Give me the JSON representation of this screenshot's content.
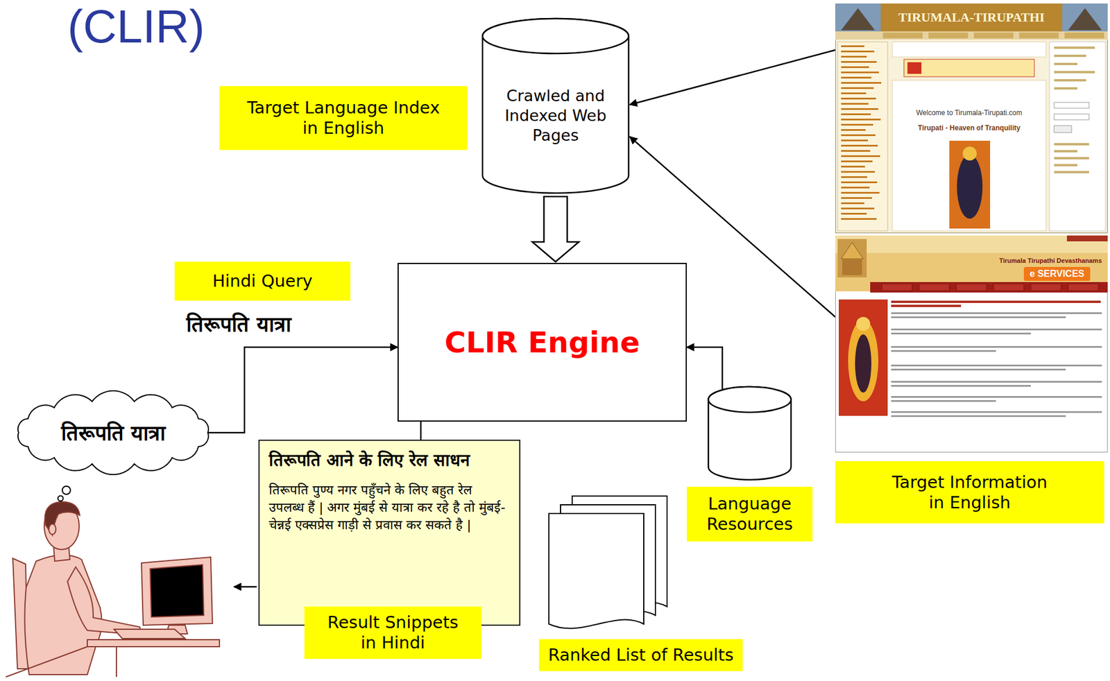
{
  "diagram": {
    "title": "(CLIR)",
    "nodes": [
      {
        "text": [
          "Crawled and Indexed Web Pages"
        ]
      },
      {
        "text": [
          "Target Language Index in English"
        ]
      },
      {
        "text": [
          "TIRUMALA-TIRUPATHI",
          "Welcome to Tirumala-Tirupati.com",
          "Tirupati - Heaven of Tranquility"
        ]
      },
      {
        "text": [
          "Tirumala Tirupathi Devasthanams",
          "e SERVICES"
        ]
      },
      {
        "text": [
          "Target Information in English"
        ]
      },
      {
        "text": [
          "Hindi Query"
        ]
      },
      {
        "text": [
          "CLIR Engine"
        ]
      },
      {
        "text": [
          "तिरूपति यात्रा"
        ]
      },
      {
        "text": [
          "तिरूपति आने के लिए रेल साधन",
          "तिरूपति पुण्य नगर पहुँचने के लिए बहुत रेल उपलब्ध हैं | अगर मुंबई से यात्रा कर रहे है तो मुंबई-चेन्नई एक्सप्रेस गाड़ी से प्रवास कर सकते है |"
        ]
      },
      {
        "text": [
          "Result Snippets in Hindi"
        ]
      },
      {
        "text": [
          "Language Resources"
        ]
      },
      {
        "text": [
          "Ranked List of Results"
        ]
      }
    ],
    "edges": [
      {
        "from": 2,
        "to": 0,
        "arrow": "to"
      },
      {
        "from": 3,
        "to": 0,
        "arrow": "to"
      },
      {
        "from": 0,
        "to": 6,
        "arrow": "to"
      },
      {
        "from": 7,
        "to": 6,
        "arrow": "to",
        "label": "तिरूपति यात्रा"
      },
      {
        "from": 10,
        "to": 6,
        "arrow": "to"
      },
      {
        "from": 6,
        "to": 8,
        "arrow": "none"
      }
    ]
  }
}
